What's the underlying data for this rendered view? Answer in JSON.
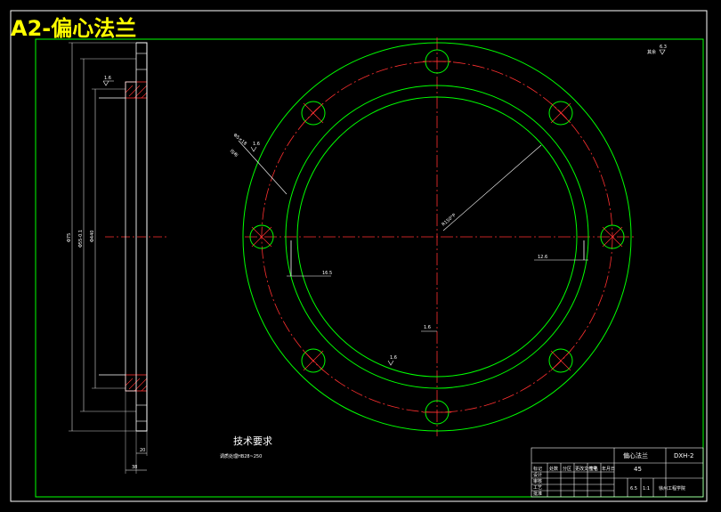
{
  "title": "A2-偏心法兰",
  "notes": {
    "heading": "技术要求",
    "line1": "调质处理HB28~250"
  },
  "roughness_corner": {
    "prefix": "其余",
    "value": "6.3"
  },
  "dimensions": {
    "side_top_rough": "1.6",
    "side_total_dia": "Φ75",
    "side_mid_dia": "Φ55-0.1",
    "side_inner_dia": "Φ440",
    "side_bottom_thk": "20",
    "side_width": "38",
    "front_hole_label": "Φ5×18",
    "front_hole_rough": "1.6",
    "front_hole_note": "均布",
    "front_radius": "R150°P",
    "front_left_step": "16.5",
    "front_right_step": "12.6",
    "front_bottom_rough": "1.6",
    "front_arc_rough": "1.6"
  },
  "title_block": {
    "part_name": "偏心法兰",
    "material": "45",
    "drawing_no": "DXH-2",
    "school": "徐州工程学院",
    "scale": "1:1",
    "weight": "6.5",
    "headers": [
      "标记",
      "处数",
      "分区",
      "更改文件号",
      "签名",
      "年月日"
    ],
    "roles": [
      "设计",
      "审核",
      "工艺",
      "批准"
    ]
  }
}
